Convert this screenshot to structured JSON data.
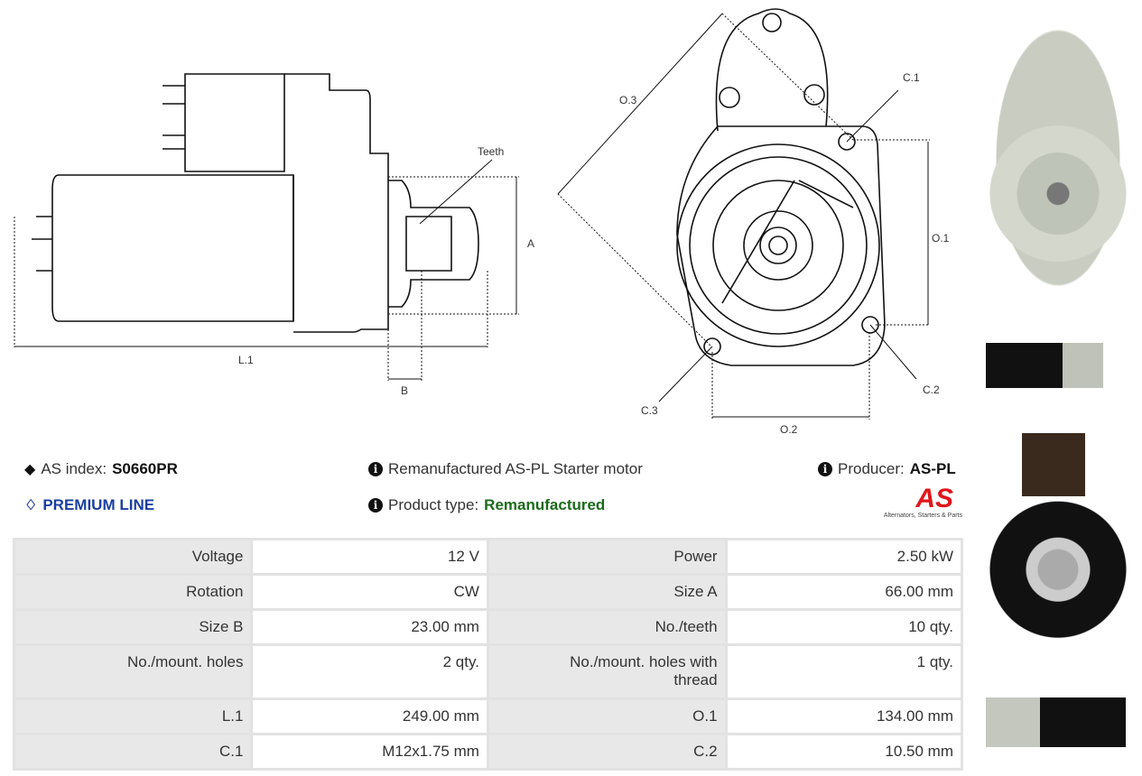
{
  "drawing": {
    "teeth_label": "Teeth",
    "a_label": "A",
    "b_label": "B",
    "l1_label": "L.1",
    "o1_label": "O.1",
    "o2_label": "O.2",
    "o3_label": "O.3",
    "c1_label": "C.1",
    "c2_label": "C.2",
    "c3_label": "C.3"
  },
  "info": {
    "index_label": "AS index:",
    "index_value": "S0660PR",
    "premium": "PREMIUM LINE",
    "description": "Remanufactured AS-PL Starter motor",
    "product_type_label": "Product type:",
    "product_type_value": "Remanufactured",
    "producer_label": "Producer:",
    "producer_value": "AS-PL",
    "logo_text": "AS",
    "logo_tagline": "Alternators, Starters & Parts"
  },
  "colors": {
    "premium": "#1a3fa0",
    "remanufactured": "#1a6b1a",
    "logo": "#e0161b"
  },
  "specs": [
    {
      "k1": "Voltage",
      "v1": "12 V",
      "k2": "Power",
      "v2": "2.50 kW"
    },
    {
      "k1": "Rotation",
      "v1": "CW",
      "k2": "Size A",
      "v2": "66.00 mm"
    },
    {
      "k1": "Size B",
      "v1": "23.00 mm",
      "k2": "No./teeth",
      "v2": "10 qty."
    },
    {
      "k1": "No./mount. holes",
      "v1": "2 qty.",
      "k2": "No./mount. holes with thread",
      "v2": "1 qty."
    },
    {
      "k1": "L.1",
      "v1": "249.00 mm",
      "k2": "O.1",
      "v2": "134.00 mm"
    },
    {
      "k1": "C.1",
      "v1": "M12x1.75 mm",
      "k2": "C.2",
      "v2": "10.50 mm"
    }
  ]
}
